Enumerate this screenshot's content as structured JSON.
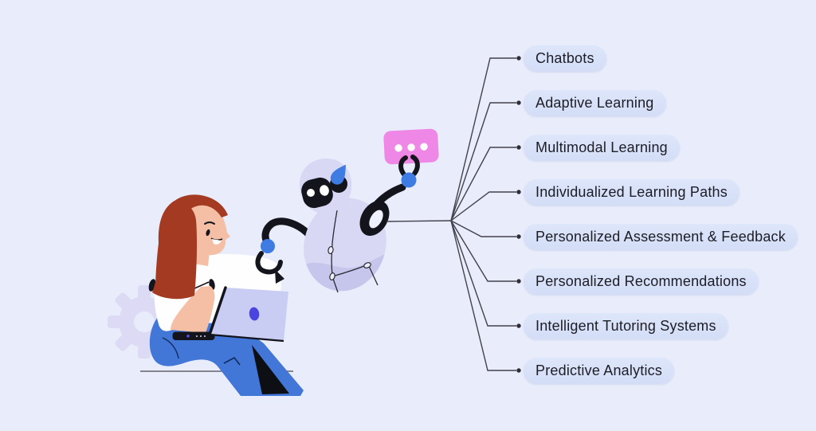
{
  "branches": [
    {
      "label": "Chatbots"
    },
    {
      "label": "Adaptive Learning"
    },
    {
      "label": "Multimodal Learning"
    },
    {
      "label": "Individualized Learning Paths"
    },
    {
      "label": "Personalized Assessment & Feedback"
    },
    {
      "label": "Personalized Recommendations"
    },
    {
      "label": "Intelligent Tutoring Systems"
    },
    {
      "label": "Predictive Analytics"
    }
  ],
  "illustration": {
    "left_figure": "woman-sitting-with-laptop",
    "center_figure": "floating-robot-holding-chat-bubble",
    "bubble_icon": "typing-dots-speech-bubble",
    "background_prop": "gear-shape"
  },
  "colors": {
    "background": "#e9edfb",
    "pill_background": "#d7e0f7",
    "pill_text": "#1d1d26",
    "connector_line": "#42424c",
    "bubble_pink": "#ef87e6",
    "accent_blue": "#3e7ce4",
    "robot_body": "#d8d8f4",
    "jeans_blue": "#4277d8",
    "hair_auburn": "#a33a21",
    "skin_tone": "#f5bfa6",
    "laptop_lid": "#c9cdf3"
  }
}
